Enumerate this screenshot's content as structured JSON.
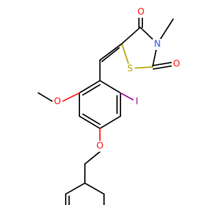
{
  "molecule": {
    "atoms": [
      {
        "id": "O_keto",
        "label": "O",
        "color": "#ff0d0d"
      },
      {
        "id": "N",
        "label": "N",
        "color": "#3050f8"
      },
      {
        "id": "O_thione",
        "label": "O",
        "color": "#ff0d0d"
      },
      {
        "id": "S",
        "label": "S",
        "color": "#b5a000"
      },
      {
        "id": "O_methoxy",
        "label": "O",
        "color": "#ff0d0d"
      },
      {
        "id": "I",
        "label": "I",
        "color": "#940094"
      },
      {
        "id": "O_ether",
        "label": "O",
        "color": "#ff0d0d"
      }
    ],
    "colors": {
      "bond": "#000000",
      "oxygen": "#ff0d0d",
      "nitrogen": "#3050f8",
      "sulfur": "#b5a000",
      "iodine": "#940094"
    }
  }
}
